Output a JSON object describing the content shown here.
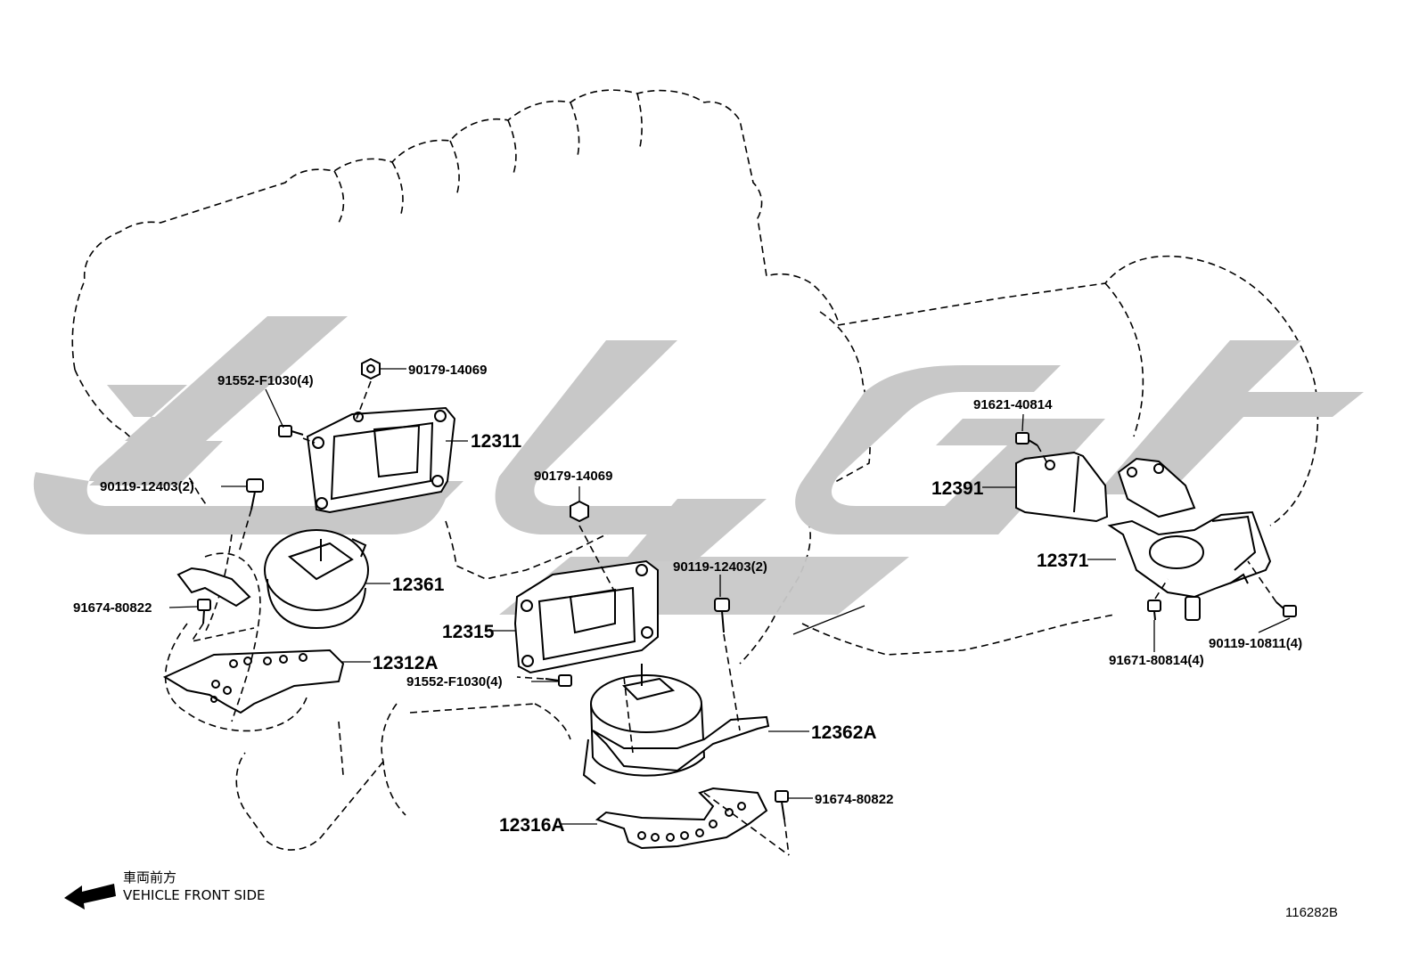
{
  "figure_ref": "116282B",
  "direction": {
    "jp_label": "車両前方",
    "en_label": "VEHICLE FRONT SIDE"
  },
  "watermark": {
    "color": "#c8c8c8"
  },
  "parts": {
    "p12311": "12311",
    "p12315": "12315",
    "p12361": "12361",
    "p12312A": "12312A",
    "p12362A": "12362A",
    "p12316A": "12316A",
    "p12391": "12391",
    "p12371": "12371"
  },
  "fasteners": {
    "f_91552_a": "91552-F1030(4)",
    "f_90179_a": "90179-14069",
    "f_90119_a": "90119-12403(2)",
    "f_91674_a": "91674-80822",
    "f_90179_b": "90179-14069",
    "f_90119_b": "90119-12403(2)",
    "f_91552_b": "91552-F1030(4)",
    "f_91674_b": "91674-80822",
    "f_91621": "91621-40814",
    "f_91671": "91671-80814(4)",
    "f_90119_c": "90119-10811(4)"
  }
}
